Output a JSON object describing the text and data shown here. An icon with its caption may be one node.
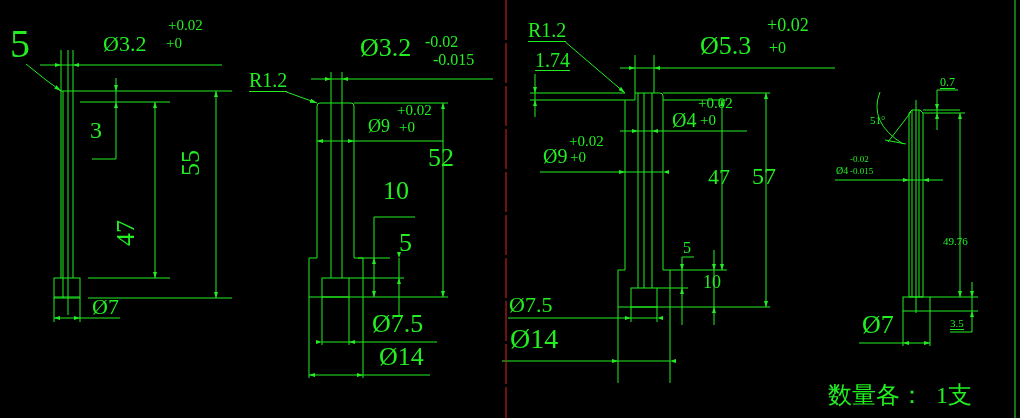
{
  "diagram": {
    "nodes": [
      {
        "text": [
          "5"
        ]
      },
      {
        "text": [],
        "shape": "box"
      },
      {
        "text": [
          "R1.2"
        ]
      },
      {
        "text": [],
        "shape": "box"
      },
      {
        "text": [
          "R1.2"
        ]
      },
      {
        "text": [],
        "shape": "box"
      },
      {
        "text": [],
        "shape": "box"
      }
    ],
    "edges": [
      {
        "from": 0,
        "to": 1,
        "arrow": "to"
      },
      {
        "from": 2,
        "to": 3,
        "arrow": "to"
      },
      {
        "from": 4,
        "to": 5,
        "arrow": "to"
      }
    ],
    "labels": [
      "Ø3.2",
      "+0.02",
      "+0",
      "3",
      "55",
      "47",
      "Ø7",
      "Ø3.2",
      "-0.02",
      "-0.015",
      "Ø9",
      "+0.02",
      "+0",
      "52",
      "10",
      "5",
      "Ø7.5",
      "Ø14",
      "1.74",
      "Ø5.3",
      "+0.02",
      "+0",
      "Ø4",
      "+0.02",
      "+0",
      "Ø9",
      "+0.02",
      "+0",
      "47",
      "57",
      "5",
      "10",
      "Ø7.5",
      "Ø14",
      "0.7",
      "51°",
      "Ø4",
      "-0.02",
      "-0.015",
      "49.76",
      "3.5",
      "Ø7",
      "数量各：  1支"
    ]
  }
}
